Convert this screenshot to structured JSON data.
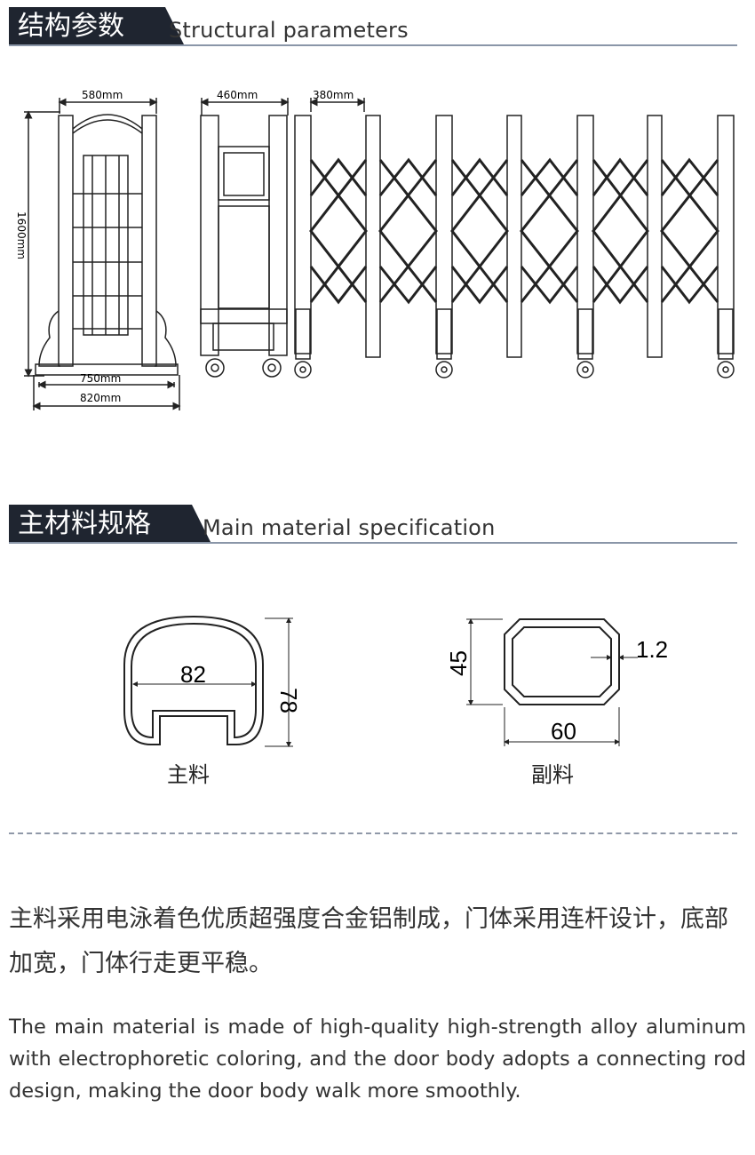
{
  "section1": {
    "title_zh": "结构参数",
    "title_en": "Structural parameters"
  },
  "section2": {
    "title_zh": "主材料规格",
    "title_en": "Main material specification"
  },
  "dimensions": {
    "front_width": "580mm",
    "height": "1600mm",
    "base_inner": "750mm",
    "base_outer": "820mm",
    "head_width": "460mm",
    "segment_width": "380mm"
  },
  "profiles": {
    "main": {
      "width": "82",
      "height": "78",
      "label": "主料"
    },
    "secondary": {
      "width": "60",
      "height": "45",
      "thickness": "1.2",
      "label": "副料"
    }
  },
  "description": {
    "zh": "主料采用电泳着色优质超强度合金铝制成，门体采用连杆设计，底部加宽，门体行走更平稳。",
    "en": "The main material is made of high-quality high-strength alloy aluminum with electrophoretic coloring, and the door body adopts a connecting rod design, making the door body walk more smoothly."
  },
  "colors": {
    "header_bg": "#1f2530",
    "rule": "#8a96a8",
    "line": "#222222"
  }
}
